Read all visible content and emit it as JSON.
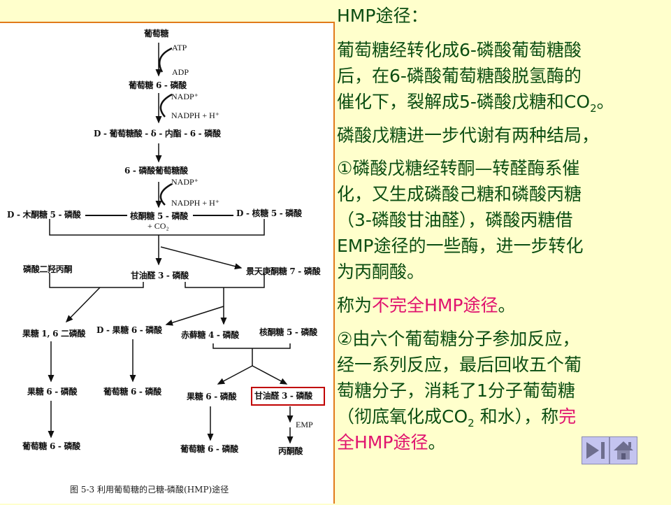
{
  "figure": {
    "nodes": {
      "glucose": "葡萄糖",
      "atp": "ATP",
      "adp": "ADP",
      "g6p": "葡萄糖 6 - 磷酸",
      "nadp1": "NADP⁺",
      "nadph1": "NADPH + H⁺",
      "lactone": "D - 葡萄糖酸 - δ - 内酯 - 6 - 磷酸",
      "pg6": "6 - 磷酸葡萄糖酸",
      "nadp2": "NADP⁺",
      "nadph2": "NADPH + H⁺",
      "xylulose5p": "D - 木酮糖 5 - 磷酸",
      "ribulose5p": "核酮糖 5 - 磷酸",
      "co2": "+ CO₂",
      "ribose5p": "D - 核糖 5 - 磷酸",
      "dhap": "磷酸二羟丙酮",
      "gap1": "甘油醛 3 - 磷酸",
      "sedoheptulose7p": "景天庚酮糖 7 - 磷酸",
      "fbp": "果糖 1, 6 二磷酸",
      "f6p_d": "D - 果糖 6 - 磷酸",
      "erythrose4p": "赤藓糖 4 - 磷酸",
      "ribulose5p_b": "核酮糖 5 - 磷酸",
      "f6p_a": "果糖 6 - 磷酸",
      "g6p_b": "葡萄糖 6 - 磷酸",
      "f6p_c": "果糖 6 - 磷酸",
      "gap2": "甘油醛 3 - 磷酸",
      "emp": "EMP",
      "g6p_c": "葡萄糖 6 - 磷酸",
      "g6p_d": "葡萄糖 6 - 磷酸",
      "pyruvate": "丙酮酸"
    },
    "caption": "图 5-3   利用葡萄糖的己糖-磷酸(HMP)途径",
    "highlight_color": "#c00000"
  },
  "text": {
    "title": "HMP途径：",
    "p1": [
      "葡萄糖经转化成6-磷酸葡萄糖酸",
      "后，在6-磷酸葡萄糖酸脱氢酶的",
      "催化下，裂解成5-磷酸戊糖和CO"
    ],
    "p1_sub": "2",
    "p1_end": "。",
    "p2": "磷酸戊糖进一步代谢有两种结局，",
    "p3": [
      "①磷酸戊糖经转酮—转醛酶系催",
      "化，又生成磷酸己糖和磷酸丙糖",
      "（3-磷酸甘油醛），磷酸丙糖借",
      "EMP途径的一些酶，进一步转化",
      "为丙酮酸。"
    ],
    "p4_prefix": "称为",
    "p4_highlight": "不完全HMP途径",
    "p4_end": "。",
    "p5": [
      "②由六个葡萄糖分子参加反应，",
      "经一系列反应，最后回收五个葡",
      "萄糖分子，消耗了1分子葡萄糖"
    ],
    "p5_line4_a": "（彻底氧化成CO",
    "p5_line4_sub": "2",
    "p5_line4_b": " 和水），称",
    "p5_line4_highlight": "完",
    "p5_line5_highlight": "全HMP途径",
    "p5_end": "。"
  },
  "colors": {
    "background": "#ffffcc",
    "text_green": "#0b4d12",
    "highlight_pink": "#e0126e",
    "border_orange": "#e07a1a",
    "nav_button": "#c4c4f0"
  },
  "nav": {
    "next_icon": "next-end-icon",
    "home_icon": "home-icon"
  }
}
